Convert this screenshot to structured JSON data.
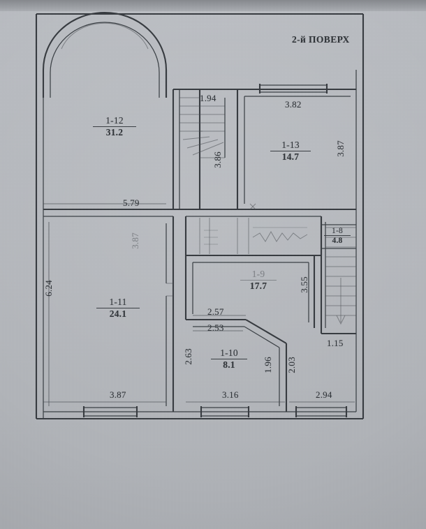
{
  "document": {
    "title": "2-й ПОВЕРХ",
    "kind": "floor-plan",
    "ink_color": "#2f3338",
    "paper_color": "#b5b8bd"
  },
  "rooms": [
    {
      "number": "1-12",
      "area": "31.2"
    },
    {
      "number": "1-13",
      "area": "14.7"
    },
    {
      "number": "1-11",
      "area": "24.1"
    },
    {
      "number": "1-9",
      "area": "17.7"
    },
    {
      "number": "1-10",
      "area": "8.1"
    },
    {
      "number": "1-8",
      "area": "4.8"
    }
  ],
  "dimensions": {
    "top_stair": "1.94",
    "top_right_room": "3.82",
    "mid_left_span": "5.79",
    "left_height": "6.24",
    "stair_height": "3.86",
    "right_room_height": "3.87",
    "center_room_height": "3.55",
    "inner_upper": "2.57",
    "inner_lower": "2.53",
    "left_small_height": "2.63",
    "bay_short": "1.96",
    "bay_tall": "2.03",
    "stair_width": "1.15",
    "bottom_left": "3.87",
    "bottom_center": "3.16",
    "bottom_right": "2.94"
  }
}
